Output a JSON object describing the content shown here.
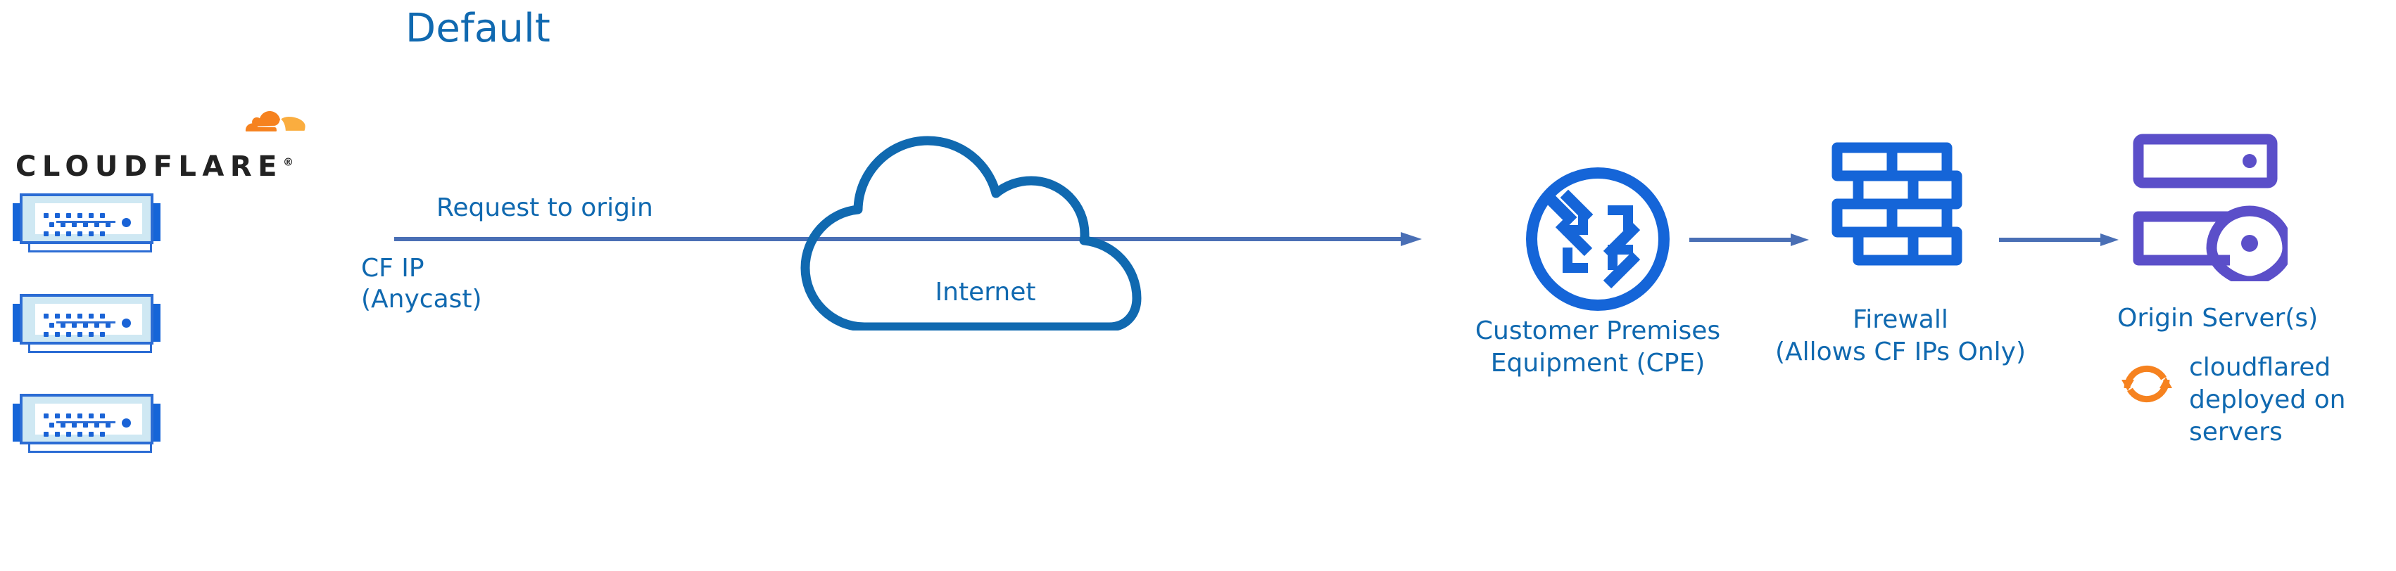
{
  "diagram": {
    "title": "Default",
    "background": "#ffffff",
    "colors": {
      "text_blue": "#1069b0",
      "icon_blue": "#1565d8",
      "arrow_blue": "#4a6fb5",
      "origin_purple": "#5b4fc9",
      "cloudflare_orange": "#f6821f",
      "cloudflare_orange_light": "#faad3f",
      "wordmark_black": "#222222",
      "server_fill": "#cfe8f3"
    }
  },
  "cloudflare_edge": {
    "logo_mark_name": "cloudflare-cloud-logo",
    "wordmark": "CLOUDFLARE",
    "registered_mark": "®",
    "servers": [
      {
        "name": "cloudflare-edge-server-1"
      },
      {
        "name": "cloudflare-edge-server-2"
      },
      {
        "name": "cloudflare-edge-server-3"
      }
    ],
    "ip_label_line1": "CF IP",
    "ip_label_line2": "(Anycast)"
  },
  "flow": {
    "request_label": "Request to origin",
    "arrows": [
      {
        "name": "arrow-edge-to-cpe",
        "direction": "right"
      },
      {
        "name": "arrow-cpe-to-firewall",
        "direction": "right"
      },
      {
        "name": "arrow-firewall-to-origin",
        "direction": "right"
      }
    ]
  },
  "internet": {
    "label": "Internet",
    "icon": "cloud-outline-icon"
  },
  "cpe": {
    "icon": "router-circle-icon",
    "label_line1": "Customer Premises",
    "label_line2": "Equipment (CPE)"
  },
  "firewall": {
    "icon": "brick-wall-icon",
    "label_line1": "Firewall",
    "label_line2": "(Allows CF IPs Only)"
  },
  "origin": {
    "icon": "server-rack-location-pin-icon",
    "label": "Origin Server(s)",
    "cloudflared": {
      "icon": "sync-arrows-icon",
      "line1": "cloudflared",
      "line2": "deployed on",
      "line3": "servers"
    }
  }
}
